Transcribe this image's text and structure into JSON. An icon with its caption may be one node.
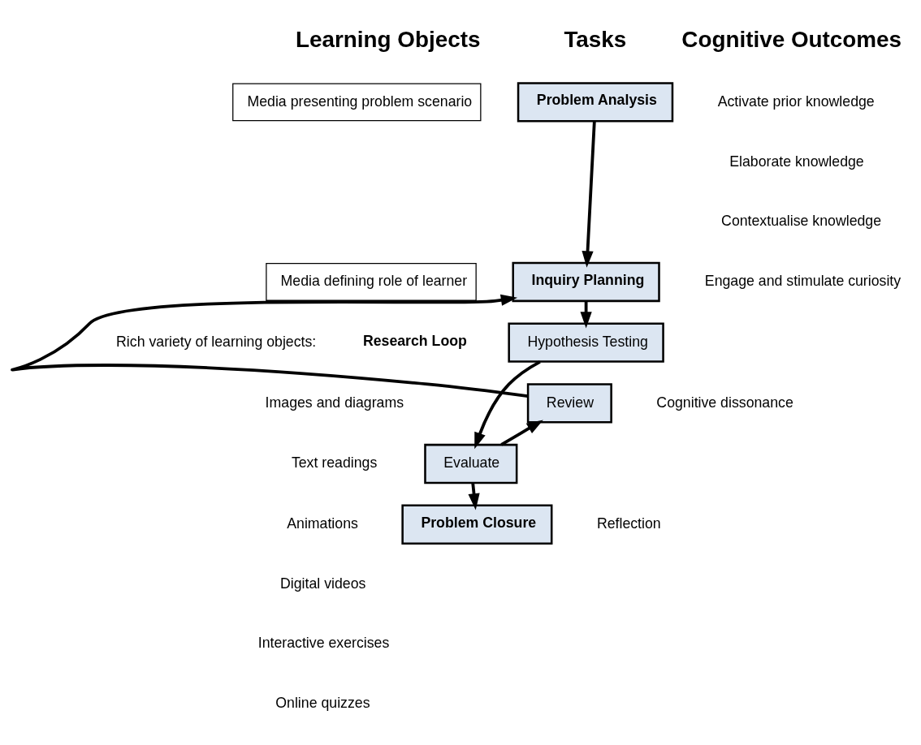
{
  "diagram": {
    "nodes": [
      {
        "text": [
          "Media presenting problem scenario"
        ]
      },
      {
        "text": [
          "Problem Analysis"
        ]
      },
      {
        "text": [
          "Media defining role of learner"
        ]
      },
      {
        "text": [
          "Inquiry Planning"
        ]
      },
      {
        "text": [
          "Hypothesis Testing"
        ]
      },
      {
        "text": [
          "Review"
        ]
      },
      {
        "text": [
          "Evaluate"
        ]
      },
      {
        "text": [
          "Problem Closure"
        ]
      }
    ],
    "edges": [
      {
        "from": 1,
        "to": 3,
        "arrow": "to"
      },
      {
        "from": 3,
        "to": 4,
        "arrow": "to"
      },
      {
        "from": 4,
        "to": 6,
        "arrow": "to"
      },
      {
        "from": 6,
        "to": 5,
        "arrow": "to"
      },
      {
        "from": 5,
        "to": 3,
        "arrow": "to"
      },
      {
        "from": 6,
        "to": 7,
        "arrow": "to"
      }
    ],
    "labels": [
      "Learning Objects",
      "Tasks",
      "Cognitive Outcomes",
      "Activate prior knowledge",
      "Elaborate knowledge",
      "Contextualise knowledge",
      "Engage and stimulate curiosity",
      "Research Loop",
      "Rich variety of learning objects:",
      "Images and diagrams",
      "Text readings",
      "Animations",
      "Digital videos",
      "Interactive exercises",
      "Online quizzes",
      "Cognitive dissonance",
      "Reflection"
    ]
  }
}
